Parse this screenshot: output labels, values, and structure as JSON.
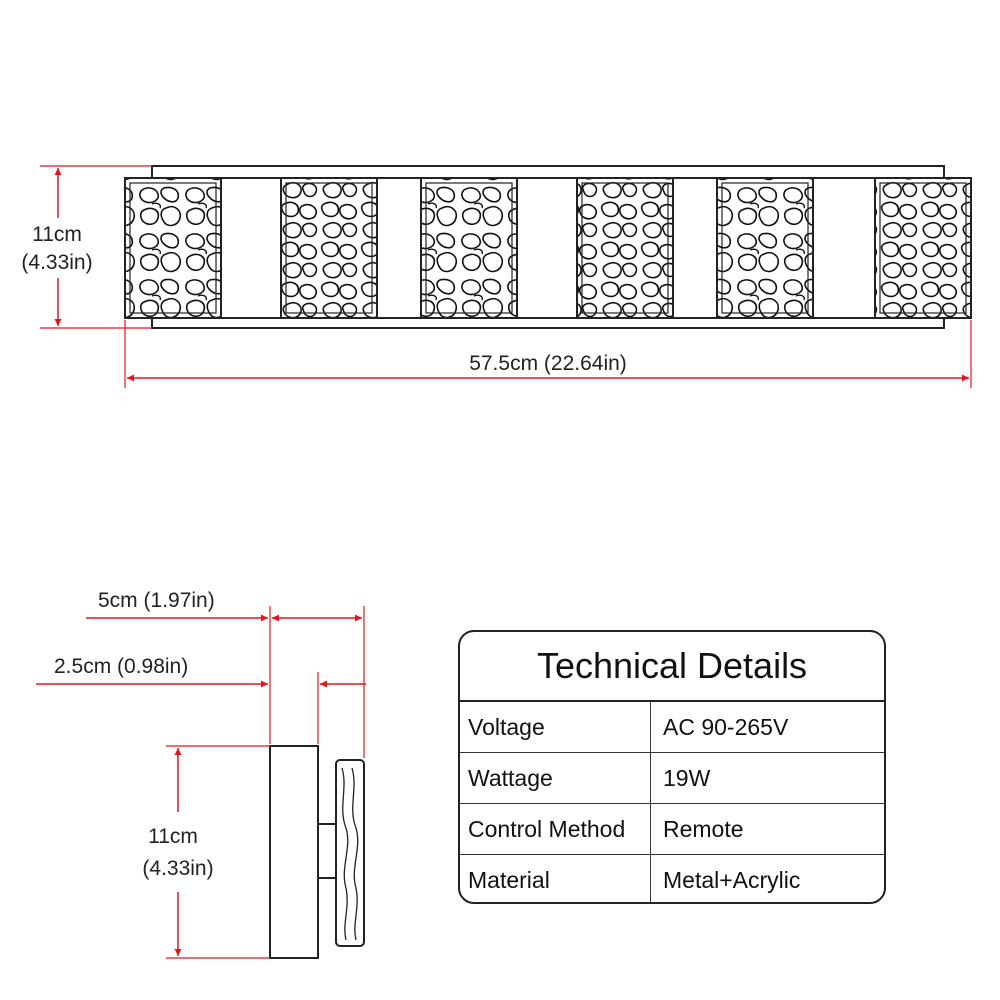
{
  "front_view": {
    "height_label_cm": "11cm",
    "height_label_in": "(4.33in)",
    "width_label": "57.5cm (22.64in)"
  },
  "side_view": {
    "depth_total_label": "5cm (1.97in)",
    "depth_shade_label": "2.5cm (0.98in)",
    "height_label_cm": "11cm",
    "height_label_in": "(4.33in)"
  },
  "technical_details": {
    "title": "Technical Details",
    "rows": [
      {
        "key": "Voltage",
        "value": "AC 90-265V"
      },
      {
        "key": "Wattage",
        "value": "19W"
      },
      {
        "key": "Control Method",
        "value": "Remote"
      },
      {
        "key": "Material",
        "value": "Metal+Acrylic"
      }
    ]
  },
  "colors": {
    "dimension_line": "#e8141a",
    "outline": "#222222"
  }
}
